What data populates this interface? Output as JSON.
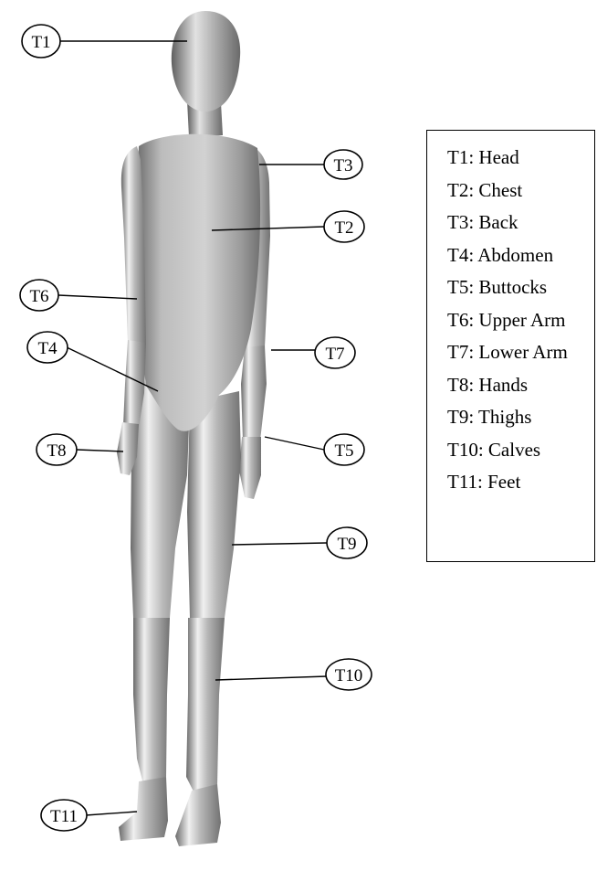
{
  "tags": [
    {
      "id": "T1"
    },
    {
      "id": "T2"
    },
    {
      "id": "T3"
    },
    {
      "id": "T4"
    },
    {
      "id": "T5"
    },
    {
      "id": "T6"
    },
    {
      "id": "T7"
    },
    {
      "id": "T8"
    },
    {
      "id": "T9"
    },
    {
      "id": "T10"
    },
    {
      "id": "T11"
    }
  ],
  "legend": {
    "items": [
      "T1: Head",
      "T2: Chest",
      "T3: Back",
      "T4: Abdomen",
      "T5: Buttocks",
      "T6: Upper Arm",
      "T7: Lower Arm",
      "T8: Hands",
      "T9: Thighs",
      "T10: Calves",
      "T11: Feet"
    ]
  },
  "colors": {
    "body_base": "#a6a6a6",
    "body_highlight": "#e8e8e8",
    "body_shadow": "#5f5f5f"
  }
}
